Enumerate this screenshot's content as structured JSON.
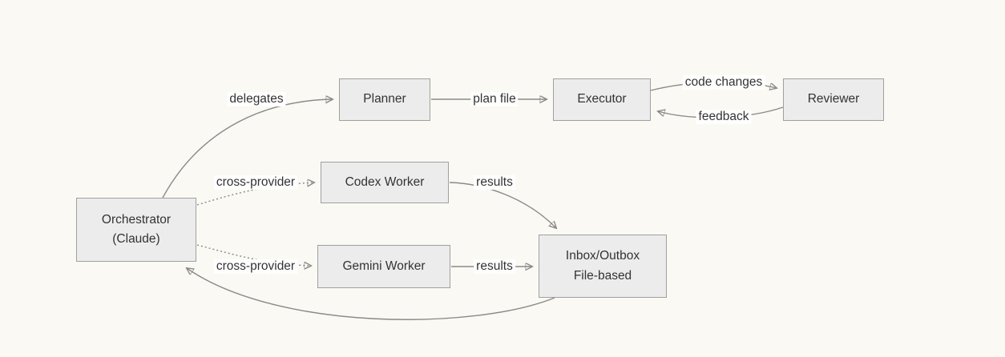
{
  "diagram": {
    "title": "orchestrator-multi-agent-flowchart",
    "colors": {
      "background": "#faf9f4",
      "node_fill": "#ececec",
      "node_border": "#a0a0a0",
      "line": "#8a8a8a",
      "arrowhead": "#4e4e4e",
      "text": "#333333",
      "label_background": "#ffffff"
    },
    "nodes": {
      "orchestrator": {
        "line1": "Orchestrator",
        "line2": "(Claude)"
      },
      "planner": {
        "label": "Planner"
      },
      "executor": {
        "label": "Executor"
      },
      "reviewer": {
        "label": "Reviewer"
      },
      "codex_worker": {
        "label": "Codex Worker"
      },
      "gemini_worker": {
        "label": "Gemini Worker"
      },
      "inbox_outbox": {
        "line1": "Inbox/Outbox",
        "line2": "File-based"
      }
    },
    "edge_labels": {
      "delegates": "delegates",
      "plan_file": "plan file",
      "code_changes": "code changes",
      "feedback": "feedback",
      "cross_provider_top": "cross-provider",
      "results_top": "results",
      "cross_provider_bottom": "cross-provider",
      "results_bottom": "results"
    },
    "edges": [
      {
        "from": "orchestrator",
        "to": "planner",
        "label": "delegates",
        "style": "solid"
      },
      {
        "from": "planner",
        "to": "executor",
        "label": "plan file",
        "style": "solid"
      },
      {
        "from": "executor",
        "to": "reviewer",
        "label": "code changes",
        "style": "solid"
      },
      {
        "from": "reviewer",
        "to": "executor",
        "label": "feedback",
        "style": "solid"
      },
      {
        "from": "orchestrator",
        "to": "codex_worker",
        "label": "cross-provider",
        "style": "dotted"
      },
      {
        "from": "orchestrator",
        "to": "gemini_worker",
        "label": "cross-provider",
        "style": "dotted"
      },
      {
        "from": "codex_worker",
        "to": "inbox_outbox",
        "label": "results",
        "style": "solid"
      },
      {
        "from": "gemini_worker",
        "to": "inbox_outbox",
        "label": "results",
        "style": "solid"
      },
      {
        "from": "inbox_outbox",
        "to": "orchestrator",
        "label": "",
        "style": "solid"
      }
    ]
  }
}
